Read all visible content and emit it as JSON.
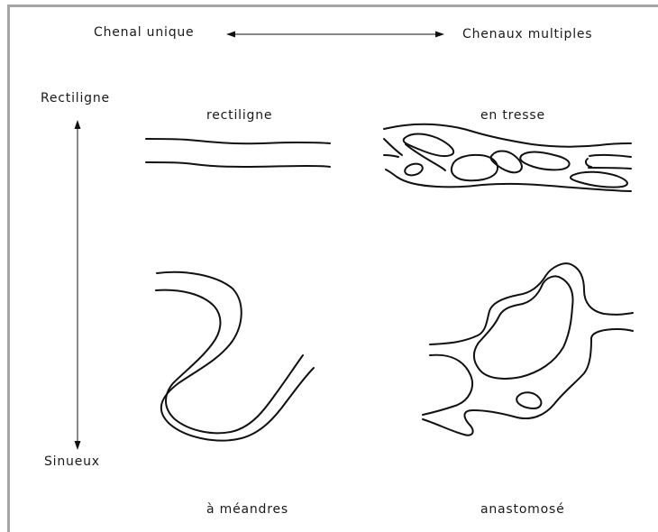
{
  "axes": {
    "top_left": "Chenal unique",
    "top_right": "Chenaux multiples",
    "left_top": "Rectiligne",
    "left_bottom": "Sinueux"
  },
  "panels": {
    "straight": "rectiligne",
    "braided": "en tresse",
    "meandering": "à méandres",
    "anastomosing": "anastomosé"
  }
}
